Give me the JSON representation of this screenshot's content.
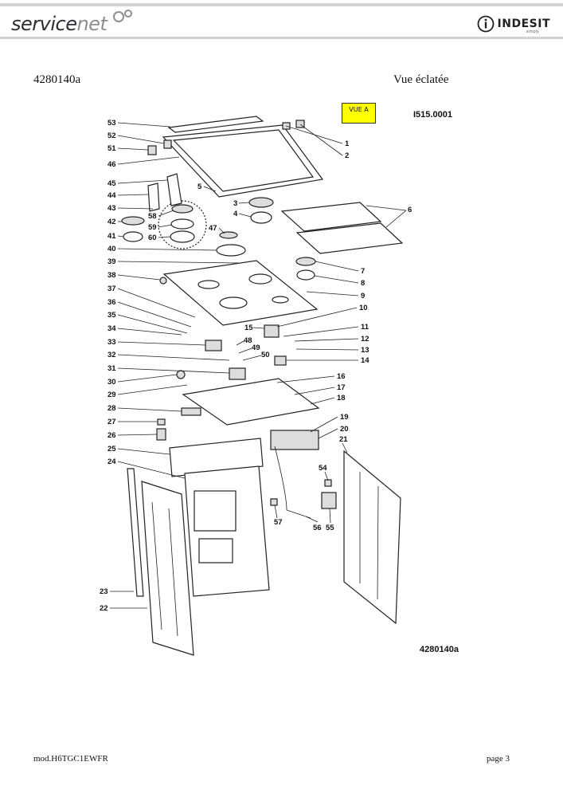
{
  "header": {
    "logo_left_a": "service",
    "logo_left_b": "net",
    "logo_right": "INDESIT",
    "logo_right_sub": "simply"
  },
  "doc": {
    "code": "4280140a",
    "kind": "Vue éclatée"
  },
  "diagram": {
    "view_badge": "VUE A",
    "ref_code": "I515.0001",
    "figure_code": "4280140a",
    "labels": [
      "53",
      "52",
      "51",
      "46",
      "45",
      "44",
      "43",
      "42",
      "41",
      "40",
      "39",
      "38",
      "37",
      "36",
      "35",
      "34",
      "33",
      "32",
      "31",
      "30",
      "29",
      "28",
      "27",
      "26",
      "25",
      "24",
      "23",
      "22",
      "58",
      "59",
      "60",
      "47",
      "5",
      "3",
      "4",
      "1",
      "2",
      "6",
      "7",
      "8",
      "9",
      "10",
      "11",
      "12",
      "13",
      "14",
      "15",
      "48",
      "49",
      "50",
      "16",
      "17",
      "18",
      "19",
      "20",
      "21",
      "54",
      "57",
      "56",
      "55"
    ]
  },
  "footer": {
    "model": "mod.H6TGC1EWFR",
    "page": "page 3"
  }
}
